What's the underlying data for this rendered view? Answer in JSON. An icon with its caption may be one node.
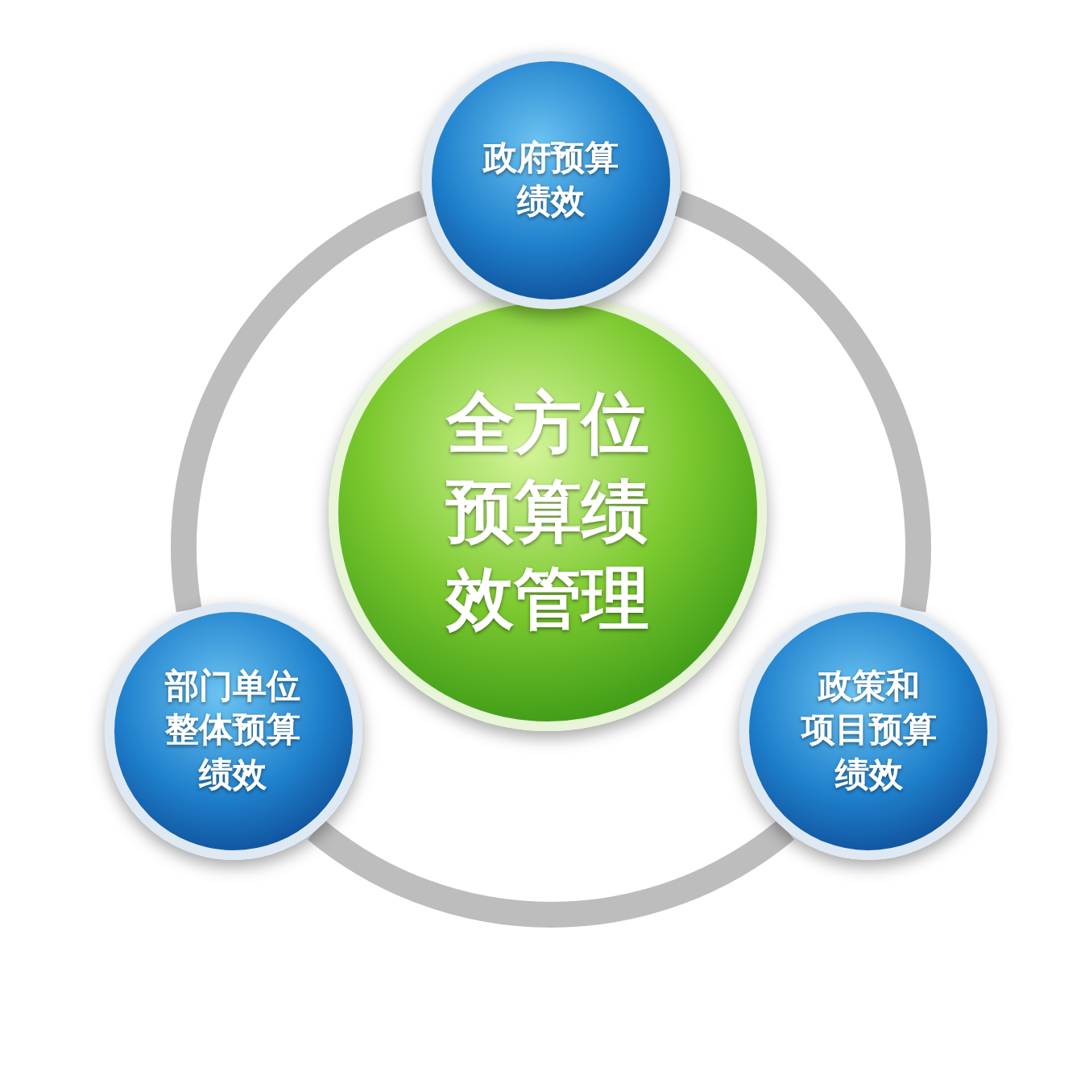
{
  "diagram": {
    "nodes": [
      {
        "text": [
          "全方位预算绩效管理"
        ]
      },
      {
        "text": [
          "政府预算绩效"
        ]
      },
      {
        "text": [
          "部门单位整体预算绩效"
        ]
      },
      {
        "text": [
          "政策和项目预算绩效"
        ]
      }
    ],
    "edges": [
      {
        "from": 1,
        "to": 3,
        "arrow": "none"
      },
      {
        "from": 3,
        "to": 2,
        "arrow": "none"
      },
      {
        "from": 2,
        "to": 1,
        "arrow": "none"
      }
    ]
  }
}
